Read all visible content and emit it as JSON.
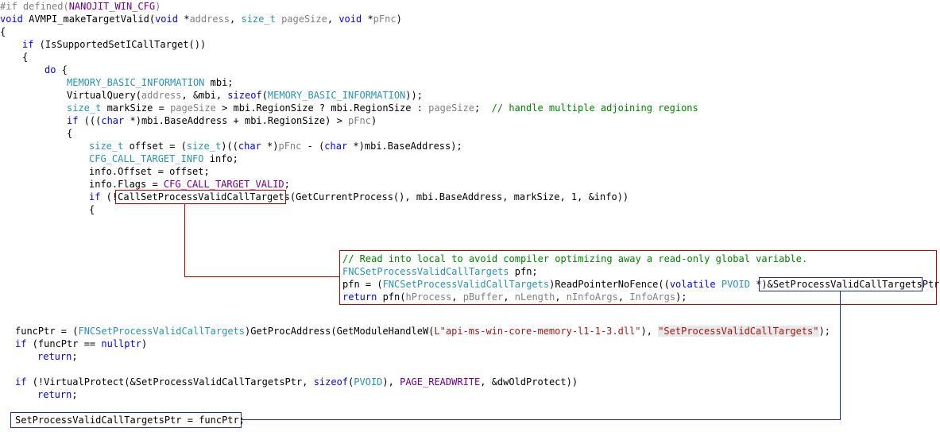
{
  "editor": {
    "theme_colors": {
      "keyword": "#0000ff",
      "type": "#2b91af",
      "string": "#a31515",
      "macro": "#6f008a",
      "parameter": "#808080",
      "comment": "#008000",
      "red_annotation": "#c00000",
      "blue_annotation": "#1f2f8f"
    },
    "code": {
      "l1_a": "#if defined(",
      "l1_b": "NANOJIT_WIN_CFG",
      "l1_c": ")",
      "l2_a": "void",
      "l2_b": " AVMPI_makeTargetValid(",
      "l2_c": "void",
      "l2_d": " *",
      "l2_e": "address",
      "l2_f": ", ",
      "l2_g": "size_t",
      "l2_h": " ",
      "l2_i": "pageSize",
      "l2_j": ", ",
      "l2_k": "void",
      "l2_l": " *",
      "l2_m": "pFnc",
      "l2_n": ")",
      "l3": "{",
      "l4_a": "if",
      "l4_b": " (IsSupportedSetICallTarget())",
      "l5": "{",
      "l6_a": "do",
      "l6_b": " {",
      "l7_a": "MEMORY_BASIC_INFORMATION",
      "l7_b": " mbi;",
      "l8_a": "VirtualQuery(",
      "l8_b": "address",
      "l8_c": ", &mbi, ",
      "l8_d": "sizeof",
      "l8_e": "(",
      "l8_f": "MEMORY_BASIC_INFORMATION",
      "l8_g": "));",
      "l9_a": "size_t",
      "l9_b": " markSize = ",
      "l9_c": "pageSize",
      "l9_d": " > mbi.RegionSize ? mbi.RegionSize : ",
      "l9_e": "pageSize",
      "l9_f": ";  ",
      "l9_g": "// handle multiple adjoining regions",
      "l10_a": "if",
      "l10_b": " (((",
      "l10_c": "char",
      "l10_d": " *)mbi.BaseAddress + mbi.RegionSize) > ",
      "l10_e": "pFnc",
      "l10_f": ")",
      "l11": "{",
      "l12_a": "size_t",
      "l12_b": " offset = (",
      "l12_c": "size_t",
      "l12_d": ")((",
      "l12_e": "char",
      "l12_f": " *)",
      "l12_g": "pFnc",
      "l12_h": " - (",
      "l12_i": "char",
      "l12_j": " *)mbi.BaseAddress);",
      "l13_a": "CFG_CALL_TARGET_INFO",
      "l13_b": " info;",
      "l14": "info.Offset = offset;",
      "l15_a": "info.Flags = ",
      "l15_b": "CFG_CALL_TARGET_VALID",
      "l15_c": ";",
      "l16_a": "if",
      "l16_b": " (!",
      "l16_c": "CallSetProcessValidCallTargets",
      "l16_d": "(GetCurrentProcess(), mbi.BaseAddress, markSize, 1, &info))",
      "l17": "{",
      "p1": "// Read into local to avoid compiler optimizing away a read-only global variable.",
      "p2_a": "FNCSetProcessValidCallTargets",
      "p2_b": " pfn;",
      "p3_a": "pfn = (",
      "p3_b": "FNCSetProcessValidCallTargets",
      "p3_c": ")ReadPointerNoFence((",
      "p3_d": "volatile",
      "p3_e": " ",
      "p3_f": "PVOID",
      "p3_g": " *)&",
      "p3_h": "SetProcessValidCallTargetsPtr",
      "p3_i": ");",
      "p4_a": "return",
      "p4_b": " pfn(",
      "p4_c": "hProcess",
      "p4_d": ", ",
      "p4_e": "pBuffer",
      "p4_f": ", ",
      "p4_g": "nLength",
      "p4_h": ", ",
      "p4_i": "nInfoArgs",
      "p4_j": ", ",
      "p4_k": "InfoArgs",
      "p4_l": ");",
      "b1_a": "funcPtr = (",
      "b1_b": "FNCSetProcessValidCallTargets",
      "b1_c": ")GetProcAddress(GetModuleHandleW(",
      "b1_d": "L\"api-ms-win-core-memory-l1-1-3.dll\"",
      "b1_e": "), ",
      "b1_f": "\"SetProcessValidCallTargets\"",
      "b1_g": ");",
      "b2_a": "if",
      "b2_b": " (funcPtr == ",
      "b2_c": "nullptr",
      "b2_d": ")",
      "b3_a": "return",
      "b3_b": ";",
      "b4_a": "if",
      "b4_b": " (!VirtualProtect(&SetProcessValidCallTargetsPtr, ",
      "b4_c": "sizeof",
      "b4_d": "(",
      "b4_e": "PVOID",
      "b4_f": "), ",
      "b4_g": "PAGE_READWRITE",
      "b4_h": ", &dwOldProtect))",
      "b5_a": "return",
      "b5_b": ";",
      "b6": "SetProcessValidCallTargetsPtr = funcPtr;"
    }
  }
}
